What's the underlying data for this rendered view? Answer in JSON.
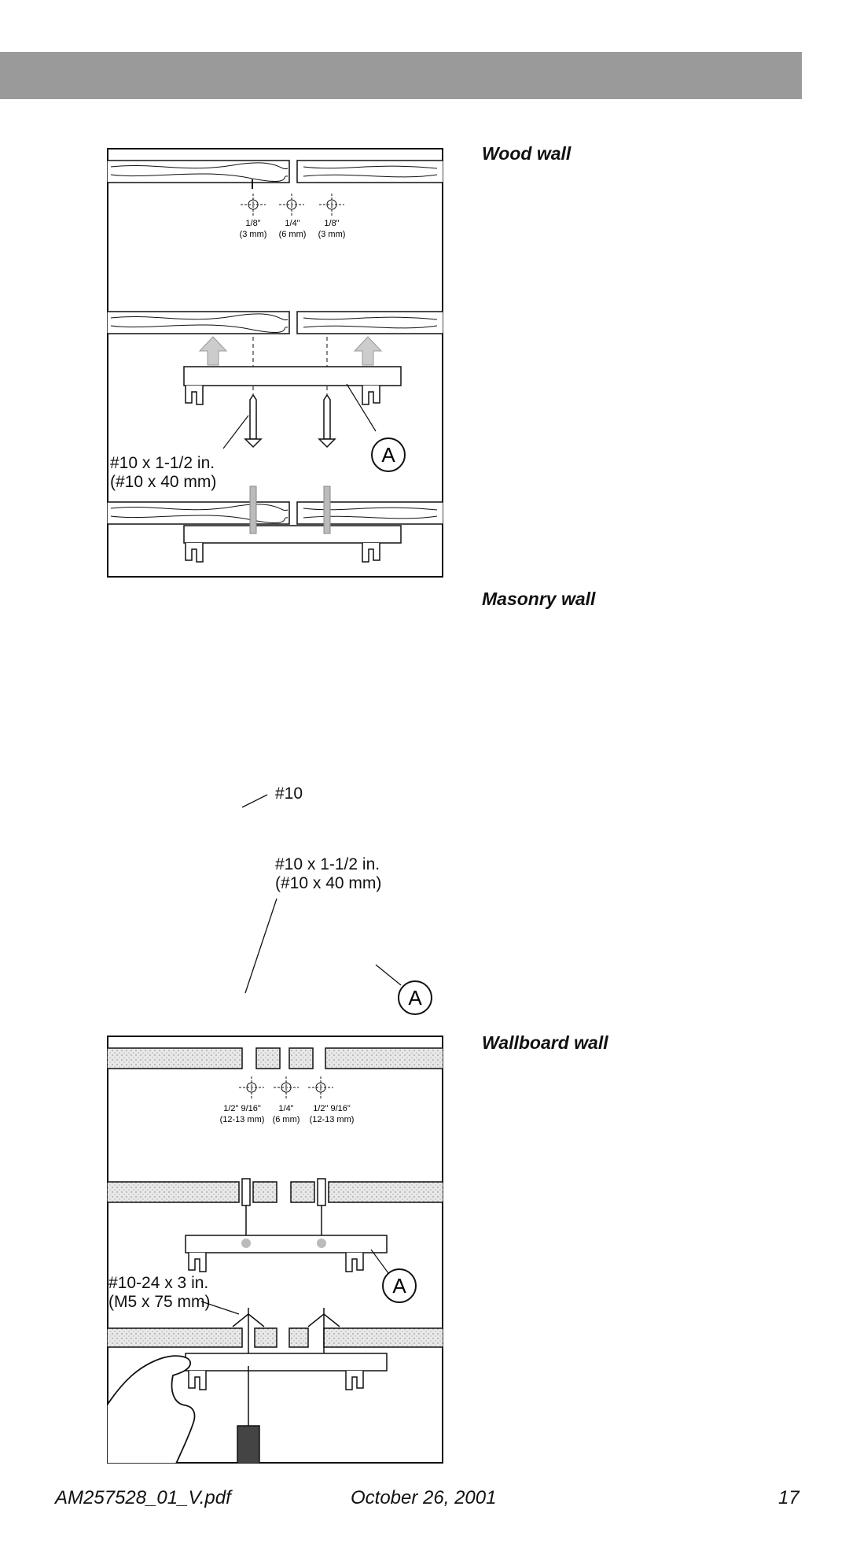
{
  "sections": {
    "wood_heading": "Wood wall",
    "masonry_heading": "Masonry wall",
    "wallboard_heading": "Wallboard wall"
  },
  "wood_figure": {
    "hole_sizes": [
      "1/8\"",
      "1/4\"",
      "1/8\""
    ],
    "hole_metric": [
      "(3 mm)",
      "(6 mm)",
      "(3 mm)"
    ],
    "screw_label_1": "#10 x 1-1/2 in.",
    "screw_label_2": "(#10 x 40 mm)",
    "callout": "A"
  },
  "masonry_figure": {
    "anchor_label": "#10",
    "screw_label_1": "#10 x 1-1/2 in.",
    "screw_label_2": "(#10 x 40 mm)",
    "callout": "A"
  },
  "wallboard_figure": {
    "hole_sizes": [
      "1/2\"  9/16\"",
      "1/4\"",
      "1/2\"  9/16\""
    ],
    "hole_metric": [
      "(12-13 mm)",
      "(6 mm)",
      "(12-13 mm)"
    ],
    "bolt_label_1": "#10-24 x 3 in.",
    "bolt_label_2": "(M5 x 75 mm)",
    "callout": "A"
  },
  "footer": {
    "filename": "AM257528_01_V.pdf",
    "date": "October 26, 2001",
    "page_number": "17"
  }
}
